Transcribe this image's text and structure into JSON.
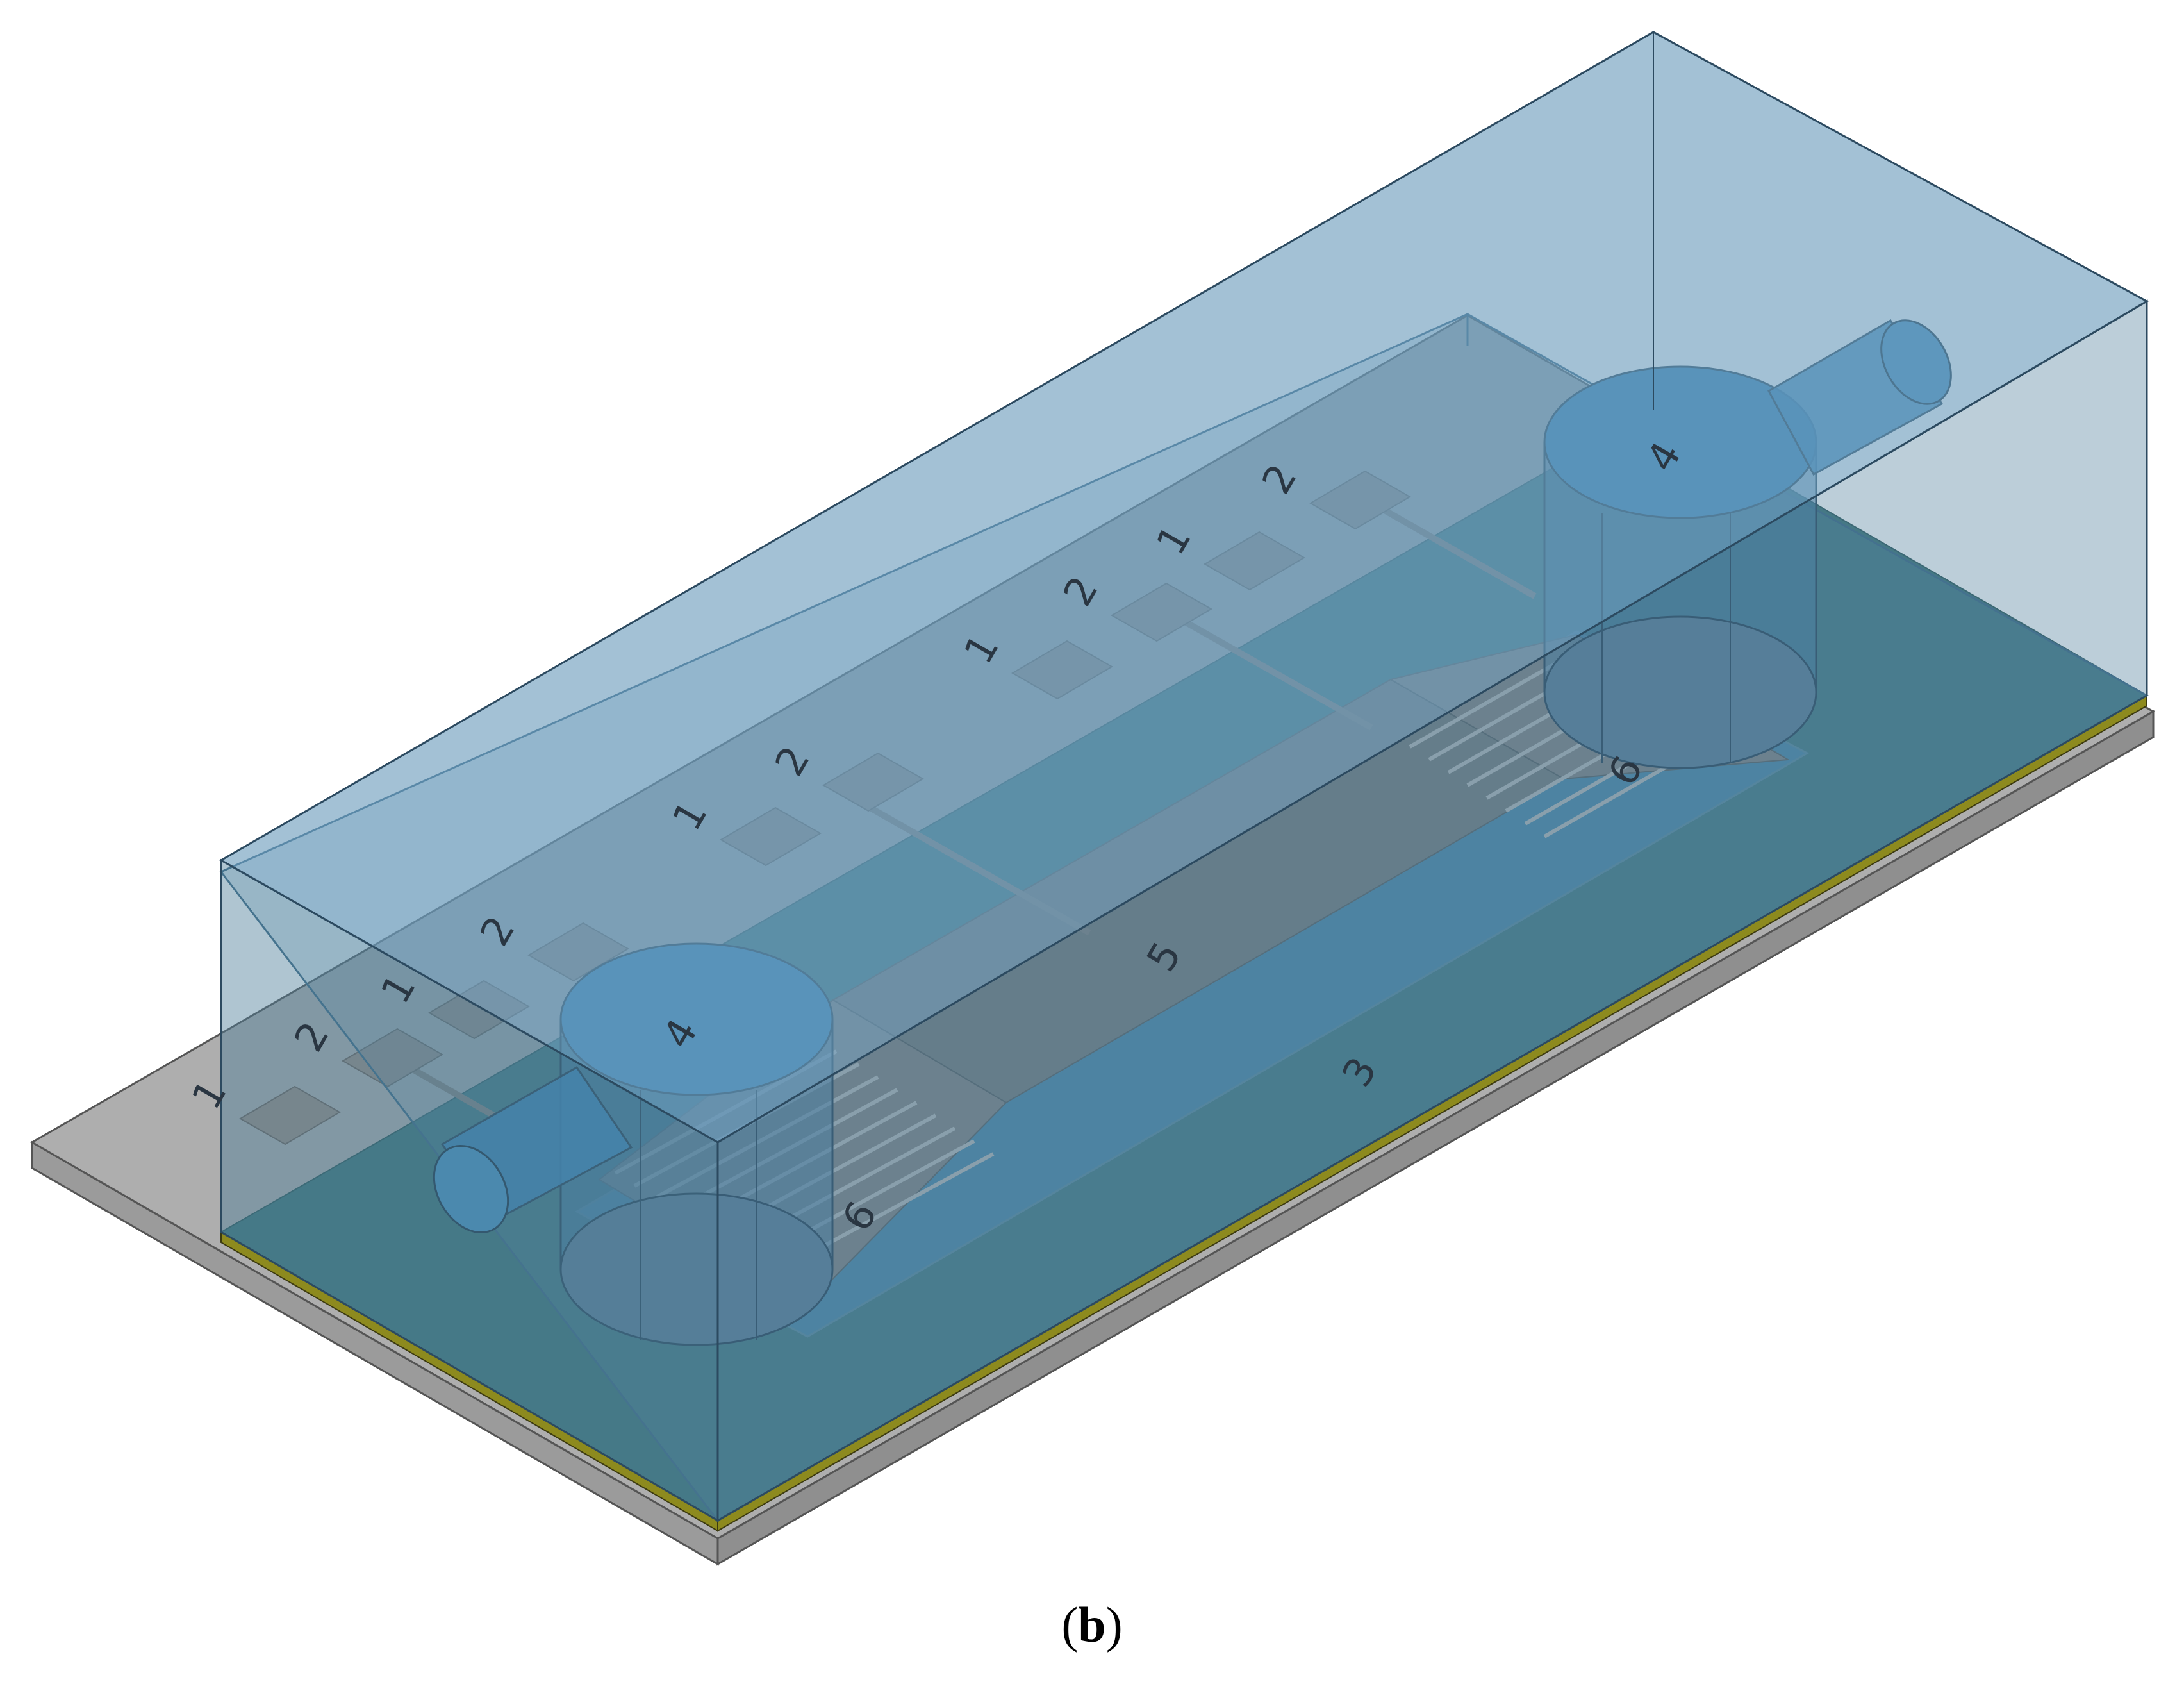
{
  "figure": {
    "caption_open": "(",
    "caption_letter": "b",
    "caption_close": ")",
    "labels": {
      "pad_1a": "1",
      "pad_2a": "2",
      "pad_1b": "1",
      "pad_2b": "2",
      "pad_1c": "1",
      "pad_2c": "2",
      "pad_1d": "1",
      "pad_2d": "2",
      "pad_1e": "1",
      "pad_2e": "2",
      "substrate": "3",
      "reservoir_left": "4",
      "reservoir_right": "4",
      "channel": "5",
      "grating_left": "6",
      "grating_right": "6"
    },
    "colors": {
      "enclosure_top": "#6b9bbc",
      "enclosure_front": "#4e7f9a",
      "substrate_teal": "#3f7578",
      "base_grey": "#a3a3a3",
      "gold_layer": "#8d8a1e",
      "electrode": "#9a8c84",
      "reservoir": "#3d86b8"
    }
  }
}
